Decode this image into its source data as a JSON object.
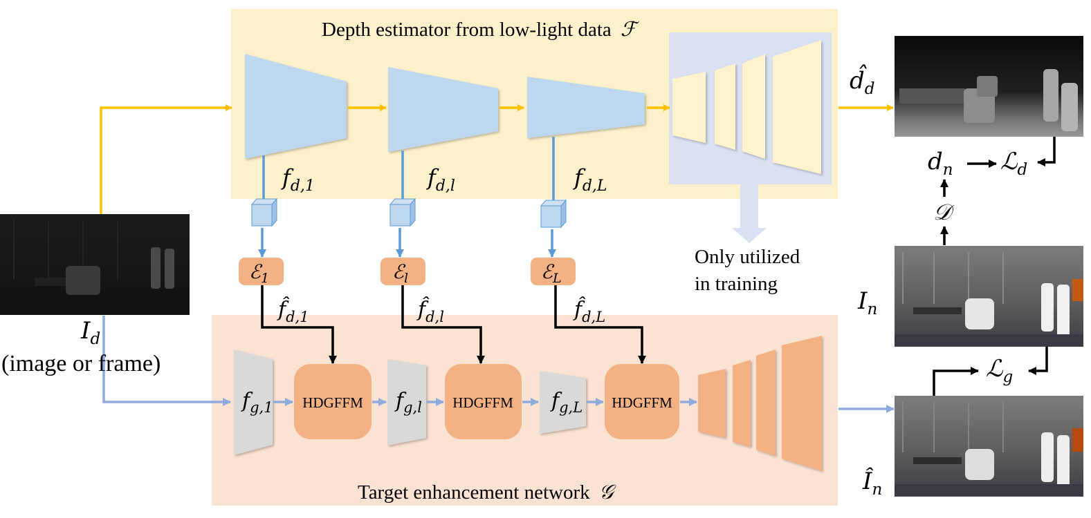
{
  "titles": {
    "depth_estimator": "Depth estimator from low-light data",
    "depth_estimator_symbol": "ℱ",
    "enhancement_network": "Target enhancement network",
    "enhancement_network_symbol": "𝒢"
  },
  "notes": {
    "training_only_line1": "Only utilized",
    "training_only_line2": "in training"
  },
  "inputs": {
    "id_symbol": "I",
    "id_subscript": "d",
    "id_caption": "(image or frame)"
  },
  "features": {
    "fd1": {
      "base": "f",
      "sub": "d,1"
    },
    "fdl": {
      "base": "f",
      "sub": "d,l"
    },
    "fdL": {
      "base": "f",
      "sub": "d,L"
    },
    "fhat1": {
      "base": "f̂",
      "sub": "d,1"
    },
    "fhatl": {
      "base": "f̂",
      "sub": "d,l"
    },
    "fhatL": {
      "base": "f̂",
      "sub": "d,L"
    },
    "fg1": {
      "base": "f",
      "sub": "g,1"
    },
    "fgl": {
      "base": "f",
      "sub": "g,l"
    },
    "fgL": {
      "base": "f",
      "sub": "g,L"
    }
  },
  "encoders": {
    "e1": {
      "base": "ℰ",
      "sub": "1"
    },
    "el": {
      "base": "ℰ",
      "sub": "l"
    },
    "eL": {
      "base": "ℰ",
      "sub": "L"
    }
  },
  "fusion_label": "HDGFFM",
  "outputs": {
    "dhat": {
      "base": "d̂",
      "sub": "d"
    },
    "dn": {
      "base": "d",
      "sub": "n"
    },
    "Ld": {
      "base": "ℒ",
      "sub": "d"
    },
    "D": "𝒟",
    "In": {
      "base": "I",
      "sub": "n"
    },
    "Lg": {
      "base": "ℒ",
      "sub": "g"
    },
    "Inhat": {
      "base": "Î",
      "sub": "n"
    }
  },
  "colors": {
    "depth_panel": "#fdf1cc",
    "enh_panel": "#fbe3d3",
    "training_box": "#d9e1f2",
    "depth_block": "#bdd7ee",
    "decoder_block": "#fff2cc",
    "hdgffm": "#f4b183",
    "feature_block": "#d9d9d9",
    "yellow_arrow": "#ffc000",
    "blue_arrow": "#5b9bd5",
    "light_blue_arrow": "#8faadc"
  }
}
